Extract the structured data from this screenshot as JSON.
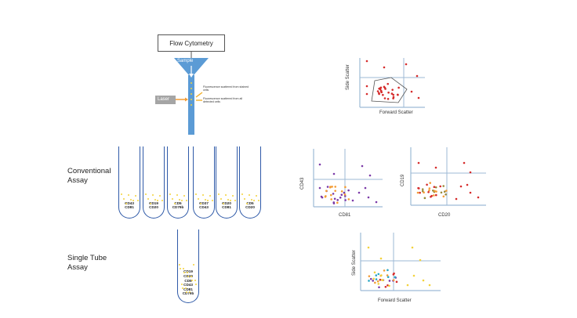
{
  "flow": {
    "title": "Flow Cytometry",
    "sample_label": "Sample",
    "laser_label": "Laser",
    "note1": "Fluorescence scattered from stained cells",
    "note2": "Fluorescence scattered from all detected cells"
  },
  "rows": {
    "conventional": "Conventional Assay",
    "single": "Single Tube Assay"
  },
  "conventional_tubes": [
    [
      "CD43",
      "CD81"
    ],
    [
      "CD19",
      "CD20"
    ],
    [
      "CD5",
      "CD79b"
    ],
    [
      "CD37",
      "CD43"
    ],
    [
      "CD20",
      "CD81"
    ],
    [
      "CD5",
      "CD20"
    ]
  ],
  "single_tube": [
    "CD19",
    "CD20",
    "CD5",
    "CD43",
    "CD81",
    "CD79b"
  ],
  "plots": {
    "top": {
      "ylabel": "Side Scatter",
      "xlabel": "Forward Scatter"
    },
    "left": {
      "ylabel": "CD43",
      "xlabel": "CD81"
    },
    "right": {
      "ylabel": "CD19",
      "xlabel": "CD20"
    },
    "bottom": {
      "ylabel": "Side Scatter",
      "xlabel": "Forward Scatter"
    }
  },
  "colors": {
    "tube_blue": "#2f5aa8",
    "funnel_blue": "#5b9bd5",
    "axis": "#9dbad6",
    "red": "#d62b2b",
    "purple": "#7b3aa8",
    "orange": "#f39c34",
    "olive": "#9a8a3a",
    "teal": "#2aa6c4",
    "yellow": "#f3d23b"
  }
}
